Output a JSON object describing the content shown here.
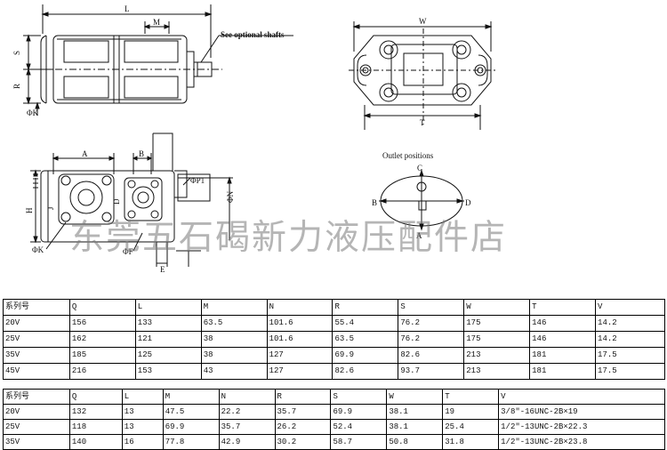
{
  "drawing": {
    "labels": {
      "l": "L",
      "m": "M",
      "s": "S",
      "r": "R",
      "phi_k_top": "ΦK",
      "optional_shafts": "See optional shafts",
      "w": "W",
      "t": "T",
      "a": "A",
      "b": "B",
      "h": "H",
      "j": "J",
      "d": "D",
      "phi_p1": "ΦP1",
      "phi_n": "ΦN",
      "phi_k_bottom": "ΦK",
      "phi_f": "ΦF",
      "e": "E",
      "outlet_positions": "Outlet positions",
      "outlet_a": "A",
      "outlet_b": "B",
      "outlet_c": "C",
      "outlet_d": "D"
    },
    "watermark": "东莞五石碣新力液压配件店"
  },
  "table1": {
    "header": [
      "系列号",
      "Q",
      "L",
      "M",
      "N",
      "R",
      "S",
      "W",
      "T",
      "V"
    ],
    "rows": [
      [
        "20V",
        "156",
        "133",
        "63.5",
        "101.6",
        "55.4",
        "76.2",
        "175",
        "146",
        "14.2"
      ],
      [
        "25V",
        "162",
        "121",
        "38",
        "101.6",
        "63.5",
        "76.2",
        "175",
        "146",
        "14.2"
      ],
      [
        "35V",
        "185",
        "125",
        "38",
        "127",
        "69.9",
        "82.6",
        "213",
        "181",
        "17.5"
      ],
      [
        "45V",
        "216",
        "153",
        "43",
        "127",
        "82.6",
        "93.7",
        "213",
        "181",
        "17.5"
      ]
    ]
  },
  "table2": {
    "header": [
      "系列号",
      "Q",
      "L",
      "M",
      "N",
      "R",
      "S",
      "W",
      "T",
      "V"
    ],
    "rows": [
      [
        "20V",
        "132",
        "13",
        "47.5",
        "22.2",
        "35.7",
        "69.9",
        "38.1",
        "19",
        "3/8″-16UNC-2B×19"
      ],
      [
        "25V",
        "118",
        "13",
        "69.9",
        "35.7",
        "26.2",
        "52.4",
        "38.1",
        "25.4",
        "1/2″-13UNC-2B×22.3"
      ],
      [
        "35V",
        "140",
        "16",
        "77.8",
        "42.9",
        "30.2",
        "58.7",
        "50.8",
        "31.8",
        "1/2″-13UNC-2B×23.8"
      ]
    ]
  }
}
